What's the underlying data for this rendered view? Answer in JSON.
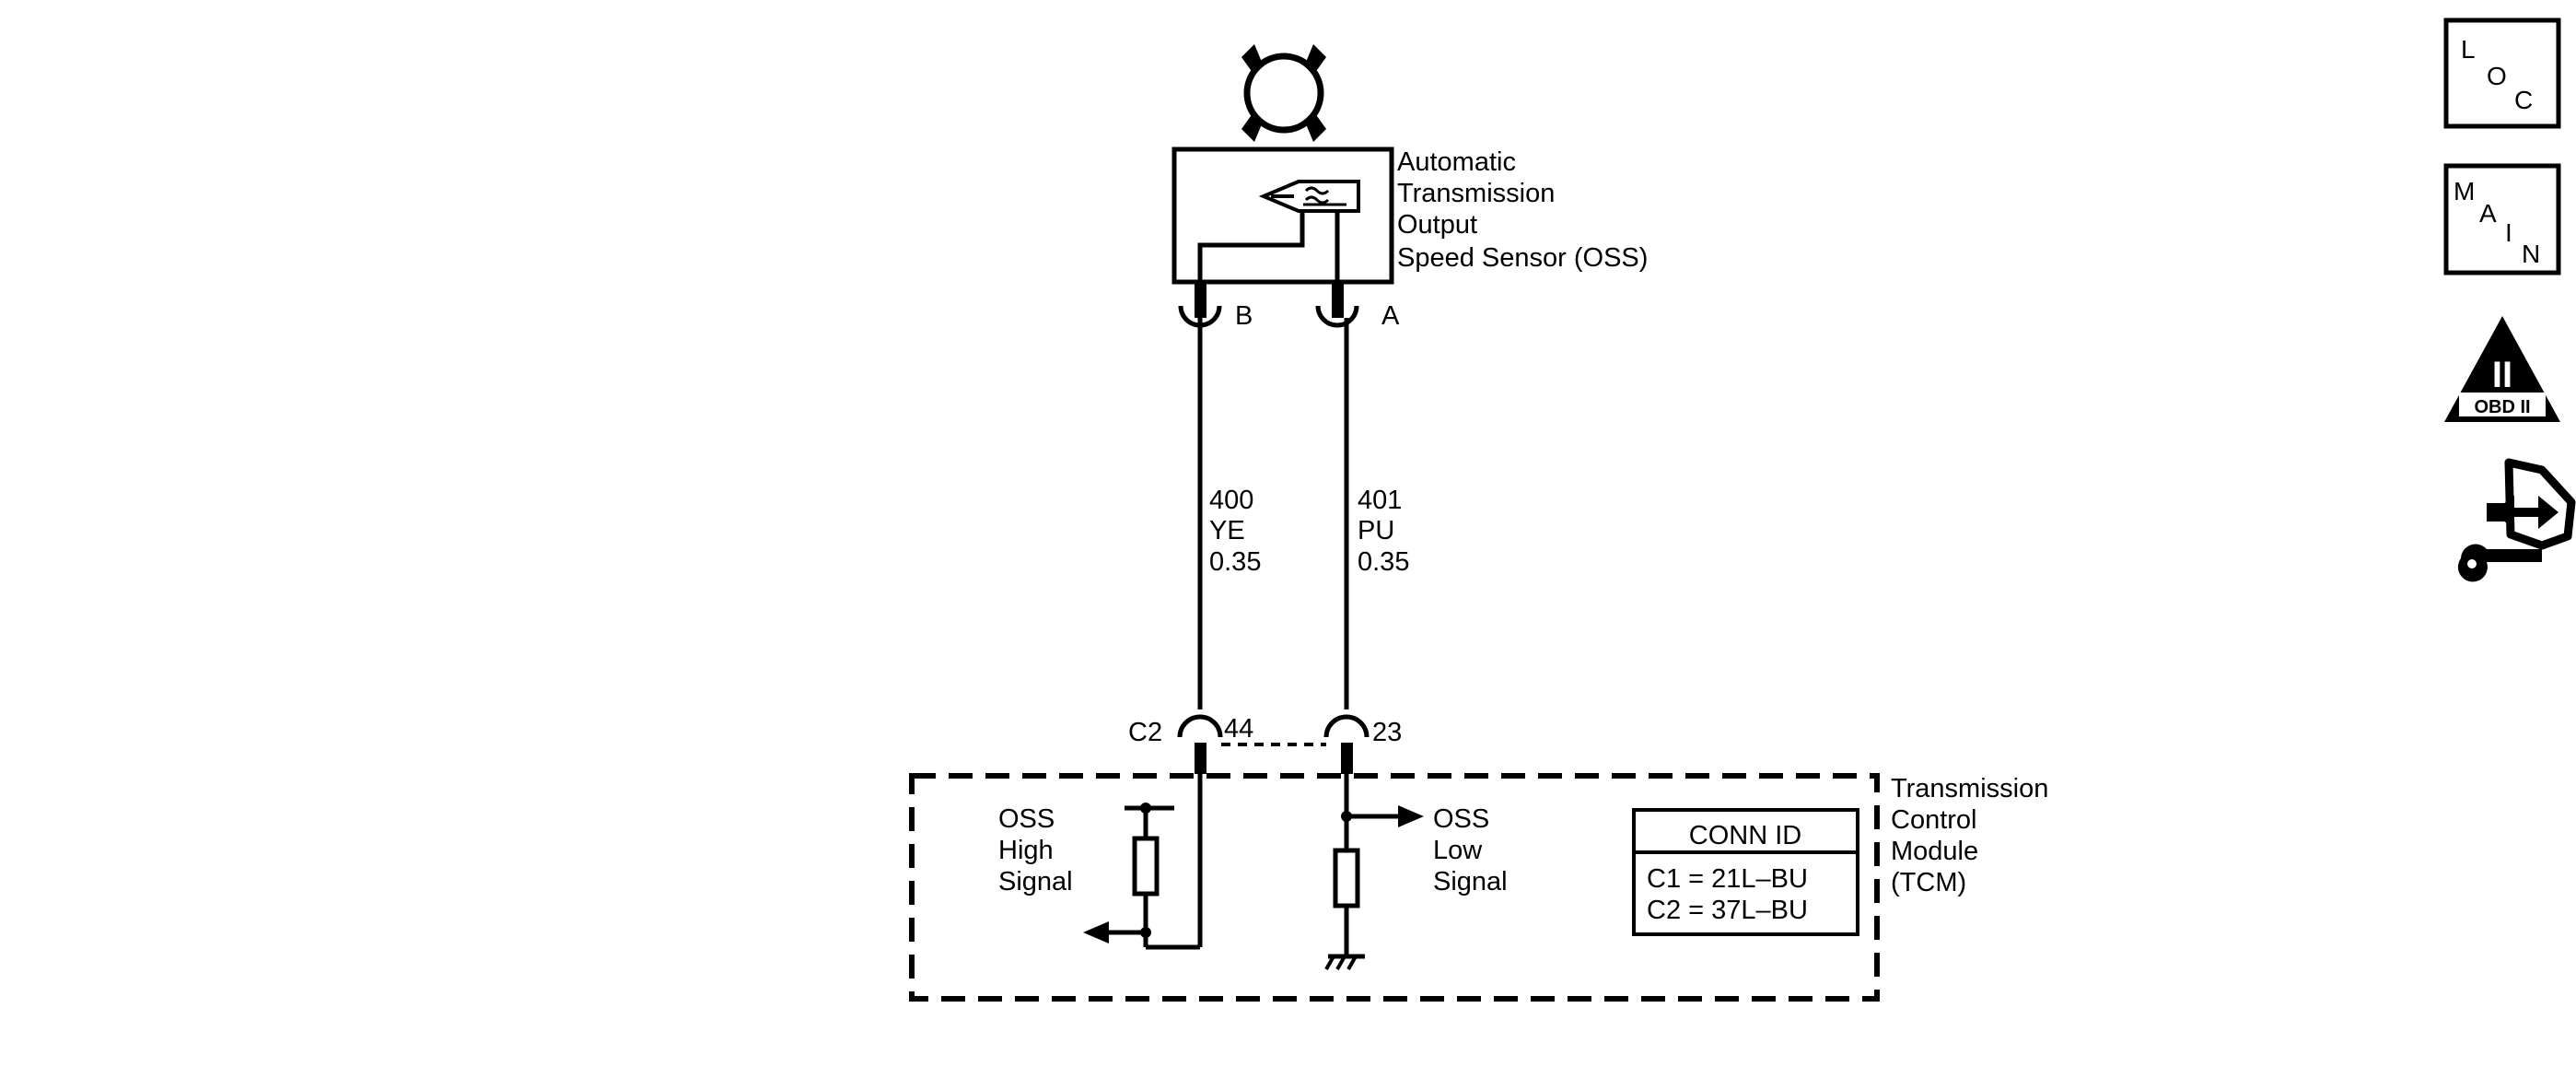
{
  "sensor": {
    "name_lines": [
      "Automatic",
      "Transmission",
      "Output",
      "Speed Sensor (OSS)"
    ],
    "pin_b": "B",
    "pin_a": "A"
  },
  "wires": [
    {
      "circuit": "400",
      "color": "YE",
      "gauge": "0.35"
    },
    {
      "circuit": "401",
      "color": "PU",
      "gauge": "0.35"
    }
  ],
  "connector": {
    "name": "C2",
    "pin_high": "44",
    "pin_low": "23"
  },
  "module": {
    "name_lines": [
      "Transmission",
      "Control",
      "Module",
      "(TCM)"
    ],
    "high_signal_lines": [
      "OSS",
      "High",
      "Signal"
    ],
    "low_signal_lines": [
      "OSS",
      "Low",
      "Signal"
    ],
    "conn_id": {
      "title": "CONN ID",
      "rows": [
        "C1 = 21L–BU",
        "C2 = 37L–BU"
      ]
    }
  },
  "nav": {
    "loc": {
      "letters": [
        "L",
        "O",
        "C"
      ]
    },
    "main": {
      "letters": [
        "M",
        "A",
        "I",
        "N"
      ]
    },
    "obd": {
      "numeral": "II",
      "label": "OBD II"
    },
    "icons": [
      "loc-button-icon",
      "main-button-icon",
      "obd-ii-icon",
      "component-connector-icon"
    ]
  }
}
